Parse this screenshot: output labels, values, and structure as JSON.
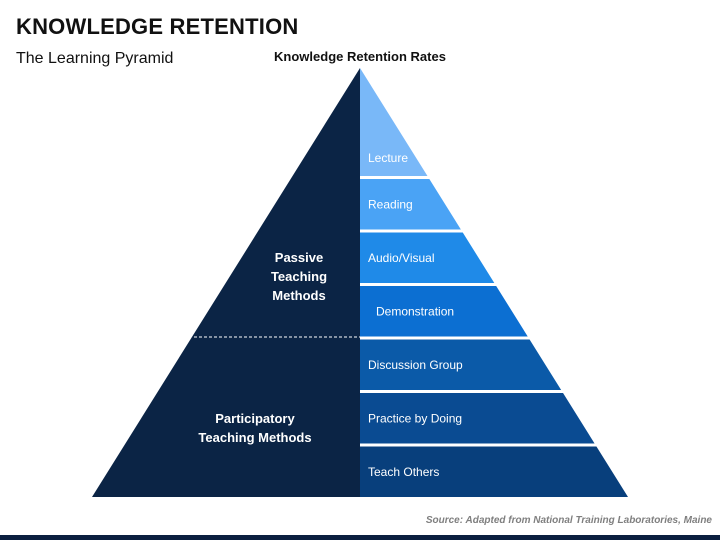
{
  "title": "KNOWLEDGE RETENTION",
  "subtitle": "The Learning Pyramid",
  "rates_heading": "Knowledge Retention Rates",
  "source": "Source: Adapted from National Training Laboratories, Maine",
  "groups": {
    "passive": [
      "Passive",
      "Teaching",
      "Methods"
    ],
    "participatory": [
      "Participatory",
      "Teaching Methods"
    ]
  },
  "levels": [
    {
      "label": "Lecture",
      "color": "#79b8f8"
    },
    {
      "label": "Reading",
      "color": "#4aa3f5"
    },
    {
      "label": "Audio/Visual",
      "color": "#1f8ae8"
    },
    {
      "label": "Demonstration",
      "color": "#0c6fd2"
    },
    {
      "label": "Discussion Group",
      "color": "#0b5aa8"
    },
    {
      "label": "Practice by Doing",
      "color": "#0a4b92"
    },
    {
      "label": "Teach Others",
      "color": "#083f7c"
    }
  ],
  "colors": {
    "left_face": "#0b2445",
    "separator": "#ffffff"
  }
}
